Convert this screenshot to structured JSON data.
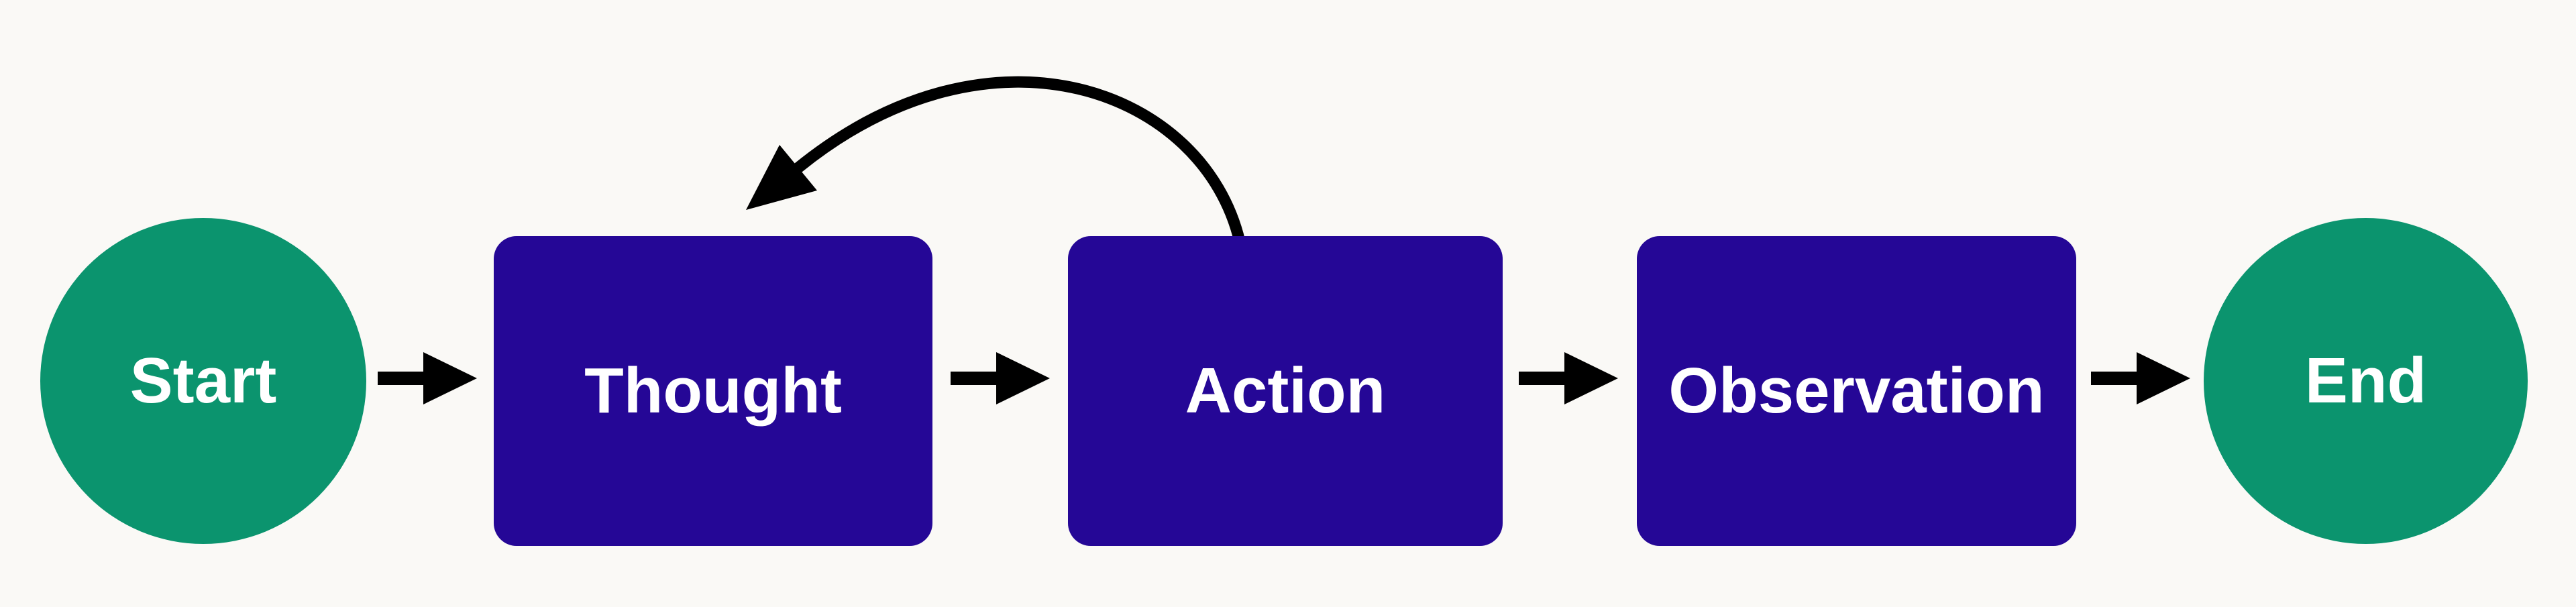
{
  "diagram": {
    "type": "flowchart",
    "direction": "left-to-right",
    "colors": {
      "background": "#FAF9F6",
      "terminal_fill": "#0B946E",
      "process_fill": "#250796",
      "label_text": "#FFFFFF",
      "arrow": "#000000"
    },
    "nodes": [
      {
        "id": "start",
        "label": "Start",
        "shape": "circle",
        "fill": "#0B946E"
      },
      {
        "id": "thought",
        "label": "Thought",
        "shape": "rounded-rectangle",
        "fill": "#250796"
      },
      {
        "id": "action",
        "label": "Action",
        "shape": "rounded-rectangle",
        "fill": "#250796"
      },
      {
        "id": "observation",
        "label": "Observation",
        "shape": "rounded-rectangle",
        "fill": "#250796"
      },
      {
        "id": "end",
        "label": "End",
        "shape": "circle",
        "fill": "#0B946E"
      }
    ],
    "edges": [
      {
        "from": "start",
        "to": "thought",
        "style": "straight-arrow"
      },
      {
        "from": "thought",
        "to": "action",
        "style": "straight-arrow"
      },
      {
        "from": "action",
        "to": "observation",
        "style": "straight-arrow"
      },
      {
        "from": "observation",
        "to": "end",
        "style": "straight-arrow"
      },
      {
        "from": "action",
        "to": "thought",
        "style": "curved-loop-arrow"
      }
    ]
  }
}
